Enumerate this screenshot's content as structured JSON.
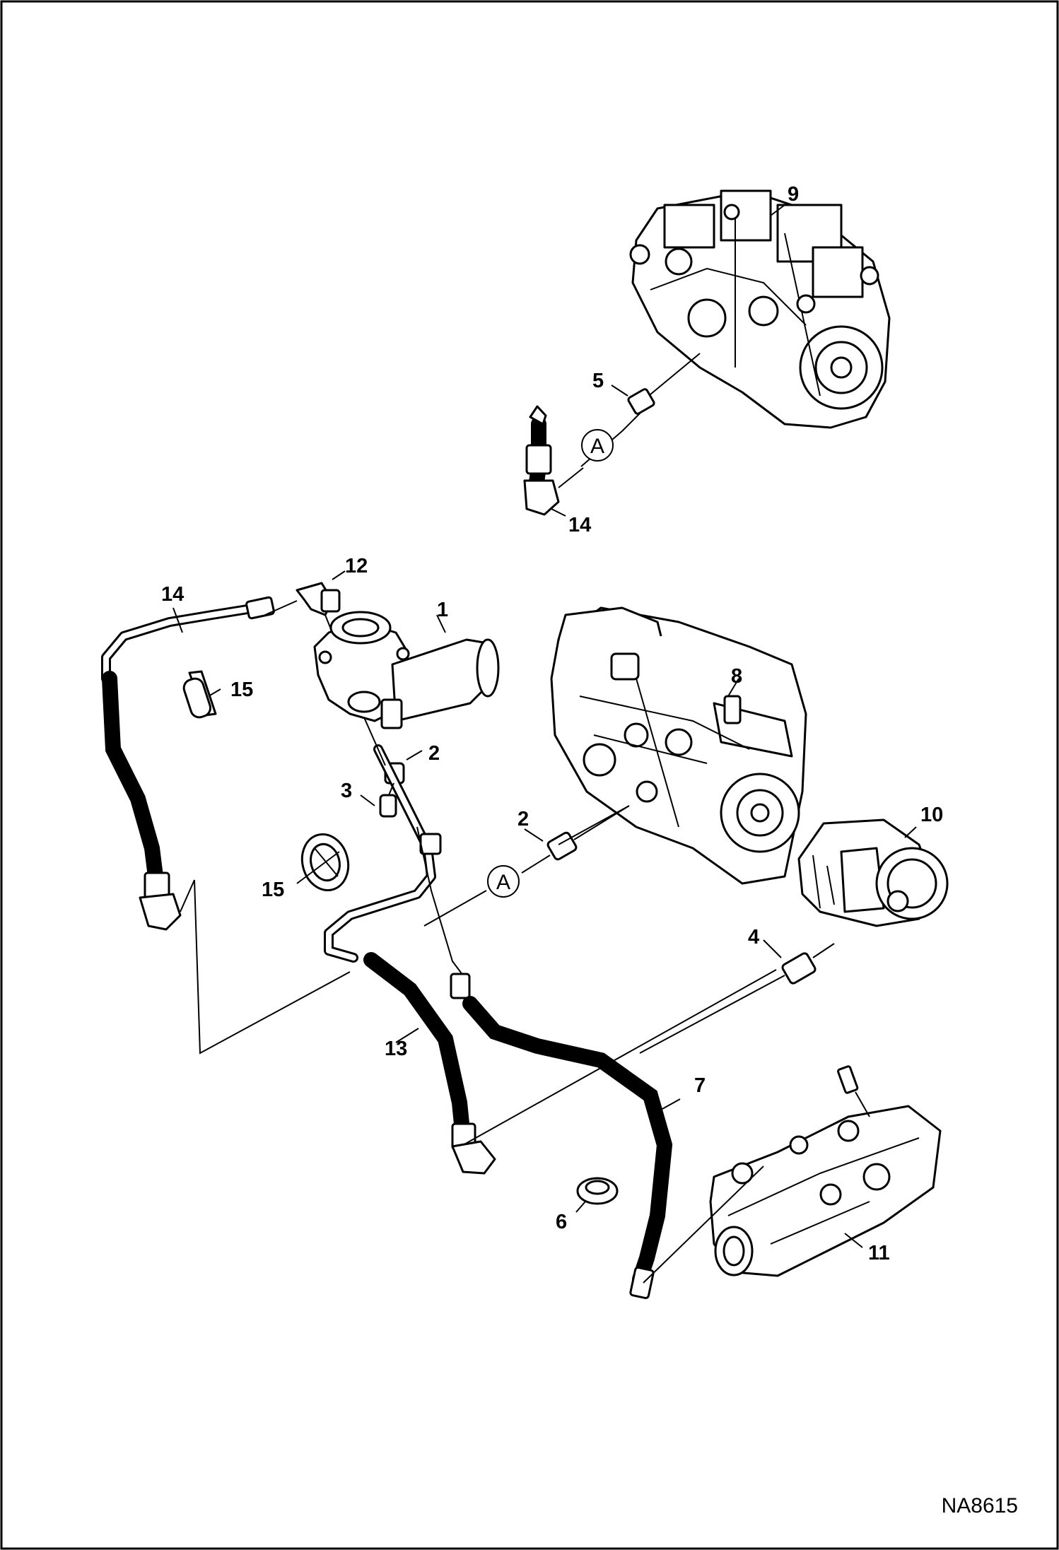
{
  "diagram": {
    "drawing_code": "NA8615",
    "callouts": {
      "c1": "1",
      "c2a": "2",
      "c2b": "2",
      "c3": "3",
      "c4": "4",
      "c5": "5",
      "c6": "6",
      "c7": "7",
      "c8": "8",
      "c9": "9",
      "c10": "10",
      "c11": "11",
      "c12": "12",
      "c13": "13",
      "c14a": "14",
      "c14b": "14",
      "c15a": "15",
      "c15b": "15"
    },
    "detail_refs": {
      "a1": "A",
      "a2": "A"
    },
    "colors": {
      "line": "#000000",
      "background": "#ffffff"
    }
  }
}
